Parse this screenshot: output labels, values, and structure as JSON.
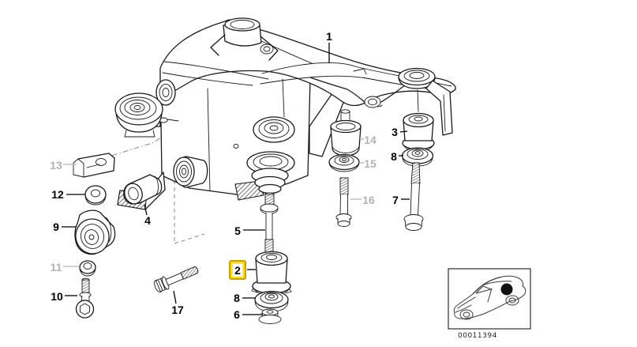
{
  "figure": {
    "type": "rear-axle-carrier-parts-diagram",
    "drawing_number": "00011394",
    "highlight_color": "#FFDE00",
    "highlight_border_color": "#C9A100",
    "muted_label_color": "#B3B3B3",
    "line_color": "#1A1A1A"
  },
  "callouts": {
    "c1": {
      "ref": "1",
      "muted": false,
      "highlighted": false
    },
    "c2": {
      "ref": "2",
      "muted": false,
      "highlighted": true
    },
    "c3": {
      "ref": "3",
      "muted": false,
      "highlighted": false
    },
    "c4": {
      "ref": "4",
      "muted": false,
      "highlighted": false
    },
    "c5": {
      "ref": "5",
      "muted": false,
      "highlighted": false
    },
    "c6": {
      "ref": "6",
      "muted": false,
      "highlighted": false
    },
    "c7": {
      "ref": "7",
      "muted": false,
      "highlighted": false
    },
    "c8a": {
      "ref": "8",
      "muted": false,
      "highlighted": false
    },
    "c8b": {
      "ref": "8",
      "muted": false,
      "highlighted": false
    },
    "c9": {
      "ref": "9",
      "muted": false,
      "highlighted": false
    },
    "c10": {
      "ref": "10",
      "muted": false,
      "highlighted": false
    },
    "c11": {
      "ref": "11",
      "muted": true,
      "highlighted": false
    },
    "c12": {
      "ref": "12",
      "muted": false,
      "highlighted": false
    },
    "c13": {
      "ref": "13",
      "muted": true,
      "highlighted": false
    },
    "c14": {
      "ref": "14",
      "muted": true,
      "highlighted": false
    },
    "c15": {
      "ref": "15",
      "muted": true,
      "highlighted": false
    },
    "c16": {
      "ref": "16",
      "muted": true,
      "highlighted": false
    },
    "c17": {
      "ref": "17",
      "muted": false,
      "highlighted": false
    }
  },
  "car_inset": {
    "caption": "00011394",
    "marker": "rear-axle-location-dot"
  }
}
